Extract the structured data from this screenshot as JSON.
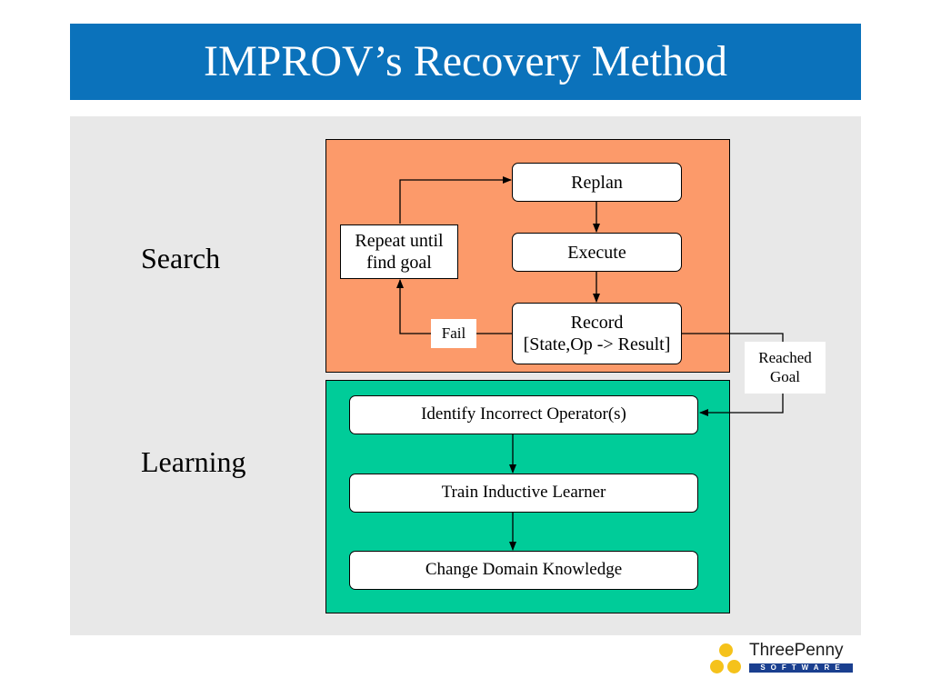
{
  "title": "IMPROV’s Recovery Method",
  "side_labels": {
    "search": "Search",
    "learning": "Learning"
  },
  "nodes": {
    "replan": "Replan",
    "execute": "Execute",
    "record_line1": "Record",
    "record_line2": "[State,Op -> Result]",
    "repeat_line1": "Repeat until",
    "repeat_line2": "find goal",
    "fail": "Fail",
    "reached_line1": "Reached",
    "reached_line2": "Goal",
    "identify": "Identify Incorrect Operator(s)",
    "train": "Train Inductive Learner",
    "change": "Change Domain Knowledge"
  },
  "logo": {
    "name": "ThreePenny",
    "sub": "SOFTWARE"
  },
  "colors": {
    "title_bar": "#0b72bb",
    "panel": "#e8e8e8",
    "search_region": "#fc9a6a",
    "learning_region": "#00cc99",
    "logo_dots": "#f5c21b",
    "logo_bar": "#1a3f8f"
  }
}
